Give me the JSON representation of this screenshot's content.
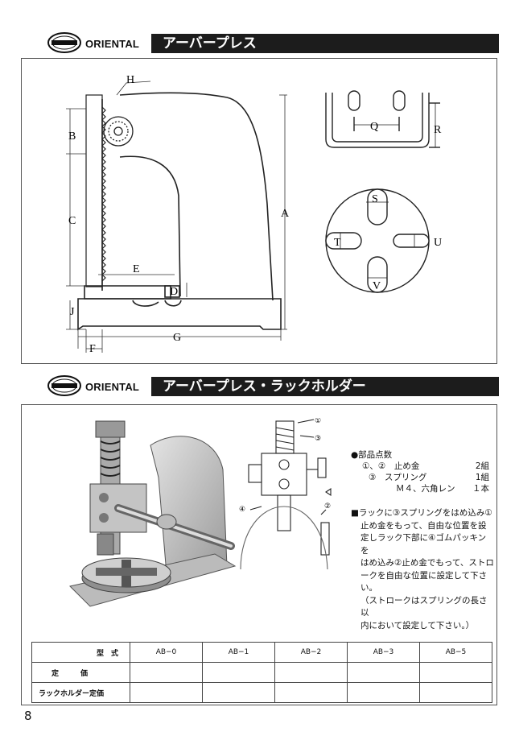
{
  "page_number": "8",
  "brand": {
    "name": "ORIENTAL"
  },
  "sections": [
    {
      "title": "アーバープレス"
    },
    {
      "title": "アーバープレス・ラックホルダー"
    }
  ],
  "dimension_labels": {
    "A": "A",
    "B": "B",
    "C": "C",
    "D": "D",
    "E": "E",
    "F": "F",
    "G": "G",
    "H": "H",
    "J": "J",
    "Q": "Q",
    "R": "R",
    "S": "S",
    "T": "T",
    "U": "U",
    "V": "V"
  },
  "callouts": [
    "①",
    "②",
    "③",
    "④"
  ],
  "parts_list": {
    "heading": "●部品点数",
    "items": [
      {
        "name": "①、②　止め金",
        "qty": "2組"
      },
      {
        "name": "③　スプリング",
        "qty": "1組"
      },
      {
        "name": "Ｍ４、六角レン",
        "qty": "１本"
      }
    ]
  },
  "note": {
    "lines": [
      "■ラックに③スプリングをはめ込み①",
      "止め金をもって、自由な位置を設",
      "定しラック下部に④ゴムパッキンを",
      "はめ込み②止め金でもって、ストロ",
      "ークを自由な位置に設定して下さ",
      "い。",
      "（ストロークはスプリングの長さ以",
      "内において設定して下さい。）"
    ]
  },
  "spec_table": {
    "header_label": "型　式",
    "models": [
      "AB−0",
      "AB−1",
      "AB−2",
      "AB−3",
      "AB−5"
    ],
    "rows": [
      {
        "label": "定　　　価"
      },
      {
        "label": "ラックホルダー定価"
      }
    ]
  }
}
